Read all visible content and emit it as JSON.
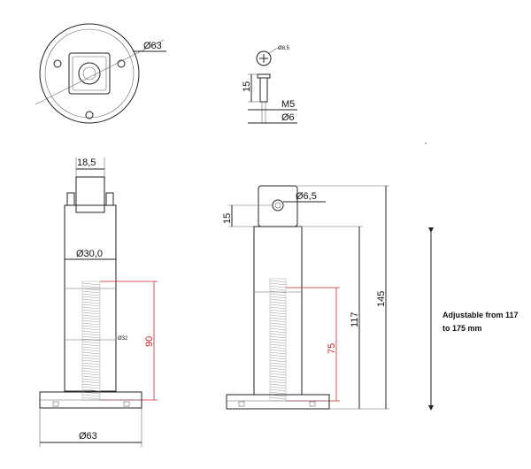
{
  "top_view": {
    "diameter": "Ø63"
  },
  "pin_detail": {
    "head_dia": "Ø8,5",
    "length": "15",
    "thread": "M5",
    "shank": "Ø6"
  },
  "front_view": {
    "top_width": "18,5",
    "body_dia": "Ø30,0",
    "inner_dia": "Ø32",
    "thread_len": "90",
    "base_dia": "Ø63"
  },
  "side_view": {
    "hole_dia": "Ø6,5",
    "hole_height": "15",
    "thread_len": "75",
    "height_min": "117",
    "height_total": "145"
  },
  "note": {
    "line1": "Adjustable from 117",
    "line2": "to 175 mm"
  }
}
